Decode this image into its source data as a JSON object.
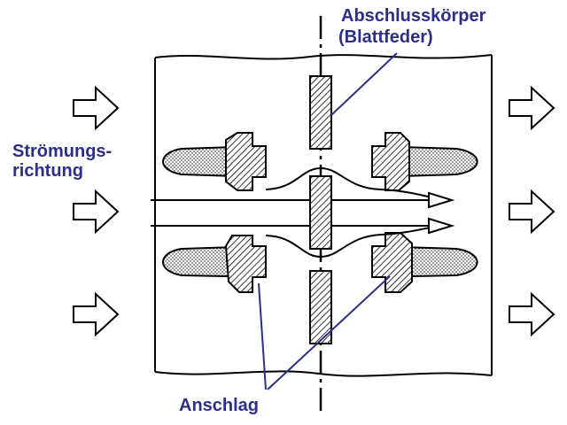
{
  "labels": {
    "closure_line1": "Abschlusskörper",
    "closure_line2": "(Blattfeder)",
    "flow_line1": "Strömungs-",
    "flow_line2": "richtung",
    "stop": "Anschlag"
  },
  "colors": {
    "label_text": "#2b2f8a",
    "stroke": "#000000",
    "hatch": "#000000",
    "background": "#ffffff"
  },
  "icons": {
    "flow_arrow": "hollow-right-arrow"
  }
}
